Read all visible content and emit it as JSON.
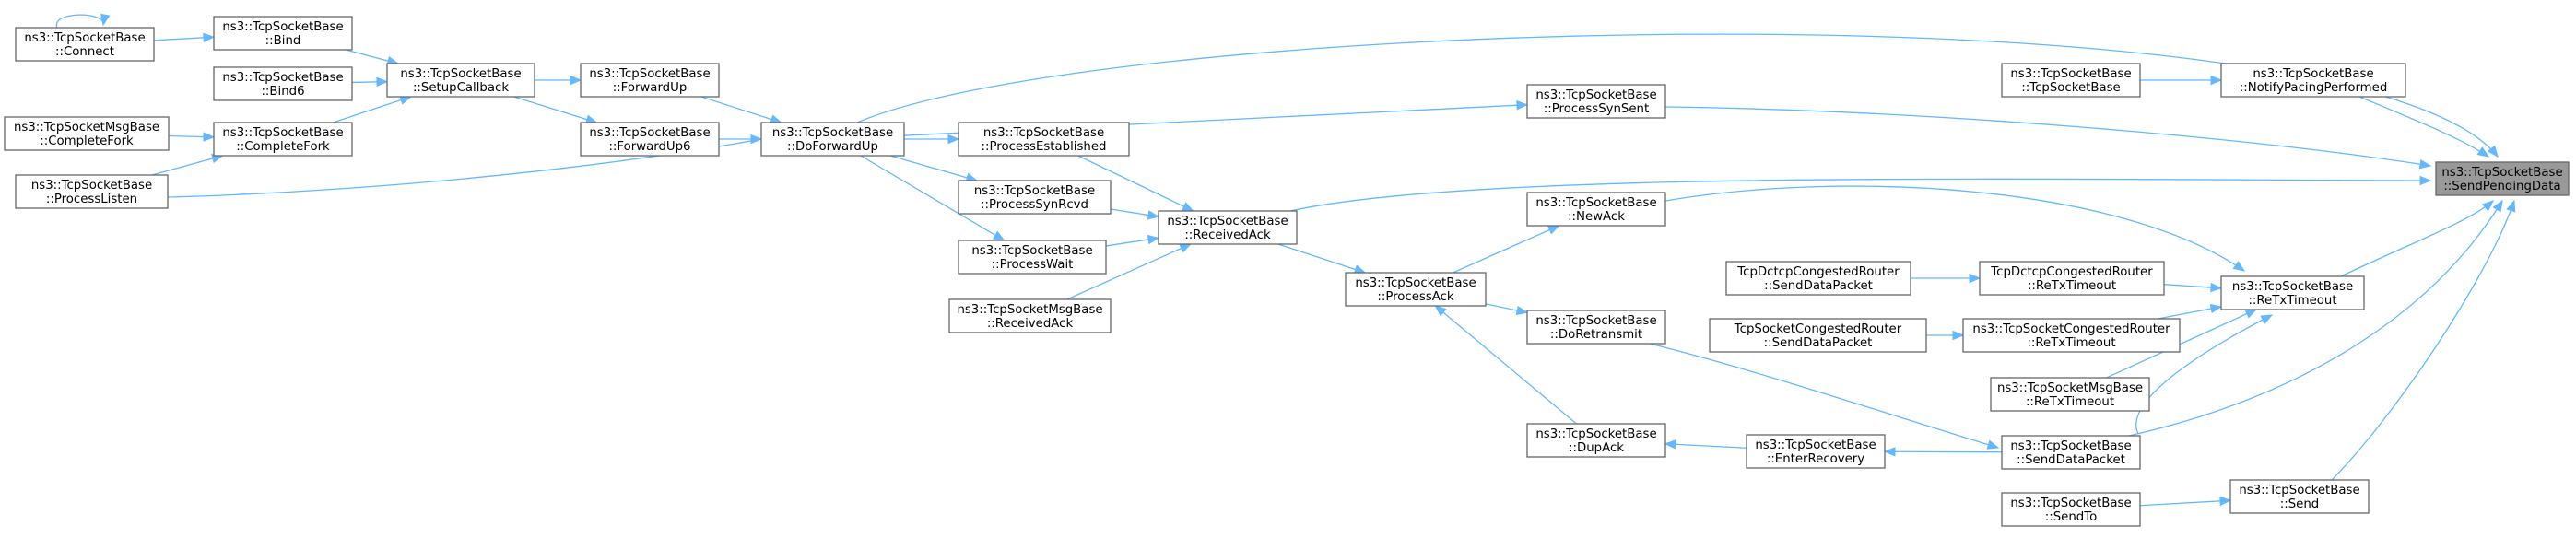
{
  "graph": {
    "accent_color": "#63b8ff",
    "nodes": [
      {
        "id": "n0",
        "l1": "ns3::TcpSocketBase",
        "l2": "::SendPendingData",
        "highlight": true
      },
      {
        "id": "n1",
        "l1": "ns3::TcpSocketBase",
        "l2": "::DoForwardUp"
      },
      {
        "id": "n2",
        "l1": "ns3::TcpSocketBase",
        "l2": "::ForwardUp"
      },
      {
        "id": "n3",
        "l1": "ns3::TcpSocketBase",
        "l2": "::SetupCallback"
      },
      {
        "id": "n4",
        "l1": "ns3::TcpSocketBase",
        "l2": "::Bind"
      },
      {
        "id": "n5",
        "l1": "ns3::TcpSocketBase",
        "l2": "::Connect"
      },
      {
        "id": "n6",
        "l1": "ns3::TcpSocketBase",
        "l2": "::Bind6"
      },
      {
        "id": "n7",
        "l1": "ns3::TcpSocketBase",
        "l2": "::CompleteFork"
      },
      {
        "id": "n8",
        "l1": "ns3::TcpSocketMsgBase",
        "l2": "::CompleteFork"
      },
      {
        "id": "n9",
        "l1": "ns3::TcpSocketBase",
        "l2": "::ProcessListen"
      },
      {
        "id": "n10",
        "l1": "ns3::TcpSocketBase",
        "l2": "::ForwardUp6"
      },
      {
        "id": "n11",
        "l1": "ns3::TcpSocketBase",
        "l2": "::NotifyPacingPerformed"
      },
      {
        "id": "n12",
        "l1": "ns3::TcpSocketBase",
        "l2": "::TcpSocketBase"
      },
      {
        "id": "n13",
        "l1": "ns3::TcpSocketBase",
        "l2": "::ProcessSynSent"
      },
      {
        "id": "n14",
        "l1": "ns3::TcpSocketBase",
        "l2": "::ReceivedAck"
      },
      {
        "id": "n15",
        "l1": "ns3::TcpSocketBase",
        "l2": "::ProcessEstablished"
      },
      {
        "id": "n16",
        "l1": "ns3::TcpSocketBase",
        "l2": "::ProcessSynRcvd"
      },
      {
        "id": "n17",
        "l1": "ns3::TcpSocketBase",
        "l2": "::ProcessWait"
      },
      {
        "id": "n18",
        "l1": "ns3::TcpSocketMsgBase",
        "l2": "::ReceivedAck"
      },
      {
        "id": "n19",
        "l1": "ns3::TcpSocketBase",
        "l2": "::ReTxTimeout"
      },
      {
        "id": "n20",
        "l1": "ns3::TcpSocketBase",
        "l2": "::NewAck"
      },
      {
        "id": "n21",
        "l1": "ns3::TcpSocketBase",
        "l2": "::ProcessAck"
      },
      {
        "id": "n22",
        "l1": "TcpDctcpCongestedRouter",
        "l2": "::ReTxTimeout"
      },
      {
        "id": "n23",
        "l1": "TcpDctcpCongestedRouter",
        "l2": "::SendDataPacket"
      },
      {
        "id": "n24",
        "l1": "ns3::TcpSocketCongestedRouter",
        "l2": "::ReTxTimeout"
      },
      {
        "id": "n25",
        "l1": "TcpSocketCongestedRouter",
        "l2": "::SendDataPacket"
      },
      {
        "id": "n26",
        "l1": "ns3::TcpSocketMsgBase",
        "l2": "::ReTxTimeout"
      },
      {
        "id": "n27",
        "l1": "ns3::TcpSocketBase",
        "l2": "::SendDataPacket"
      },
      {
        "id": "n28",
        "l1": "ns3::TcpSocketBase",
        "l2": "::DoRetransmit"
      },
      {
        "id": "n29",
        "l1": "ns3::TcpSocketBase",
        "l2": "::DupAck"
      },
      {
        "id": "n30",
        "l1": "ns3::TcpSocketBase",
        "l2": "::EnterRecovery"
      },
      {
        "id": "n31",
        "l1": "ns3::TcpSocketBase",
        "l2": "::Send"
      },
      {
        "id": "n32",
        "l1": "ns3::TcpSocketBase",
        "l2": "::SendTo"
      }
    ],
    "edges": [
      [
        "n1",
        "n0"
      ],
      [
        "n2",
        "n1"
      ],
      [
        "n3",
        "n2"
      ],
      [
        "n4",
        "n3"
      ],
      [
        "n5",
        "n4"
      ],
      [
        "n5",
        "n5"
      ],
      [
        "n6",
        "n3"
      ],
      [
        "n7",
        "n3"
      ],
      [
        "n8",
        "n7"
      ],
      [
        "n9",
        "n7"
      ],
      [
        "n1",
        "n9"
      ],
      [
        "n10",
        "n1"
      ],
      [
        "n3",
        "n10"
      ],
      [
        "n11",
        "n0"
      ],
      [
        "n12",
        "n11"
      ],
      [
        "n13",
        "n0"
      ],
      [
        "n1",
        "n13"
      ],
      [
        "n14",
        "n0"
      ],
      [
        "n15",
        "n14"
      ],
      [
        "n1",
        "n15"
      ],
      [
        "n16",
        "n14"
      ],
      [
        "n1",
        "n16"
      ],
      [
        "n17",
        "n14"
      ],
      [
        "n1",
        "n17"
      ],
      [
        "n18",
        "n14"
      ],
      [
        "n19",
        "n0"
      ],
      [
        "n20",
        "n19"
      ],
      [
        "n21",
        "n20"
      ],
      [
        "n14",
        "n21"
      ],
      [
        "n22",
        "n19"
      ],
      [
        "n23",
        "n22"
      ],
      [
        "n24",
        "n19"
      ],
      [
        "n25",
        "n24"
      ],
      [
        "n26",
        "n19"
      ],
      [
        "n27",
        "n19"
      ],
      [
        "n27",
        "n0"
      ],
      [
        "n28",
        "n27"
      ],
      [
        "n21",
        "n28"
      ],
      [
        "n29",
        "n21"
      ],
      [
        "n30",
        "n29"
      ],
      [
        "n27",
        "n30"
      ],
      [
        "n31",
        "n0"
      ],
      [
        "n32",
        "n31"
      ]
    ]
  }
}
